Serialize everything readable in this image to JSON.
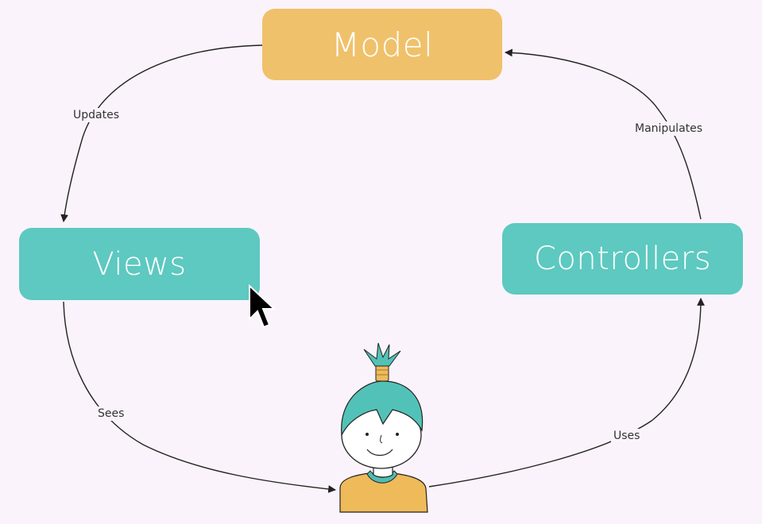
{
  "nodes": {
    "model": {
      "label": "Model",
      "color": "#f0c16b"
    },
    "views": {
      "label": "Views",
      "color": "#5dc9c0"
    },
    "controllers": {
      "label": "Controllers",
      "color": "#5dc9c0"
    }
  },
  "edges": {
    "updates": "Updates",
    "manipulates": "Manipulates",
    "sees": "Sees",
    "uses": "Uses"
  },
  "icons": {
    "user": "user-illustration-icon",
    "cursor": "mouse-pointer-icon"
  }
}
